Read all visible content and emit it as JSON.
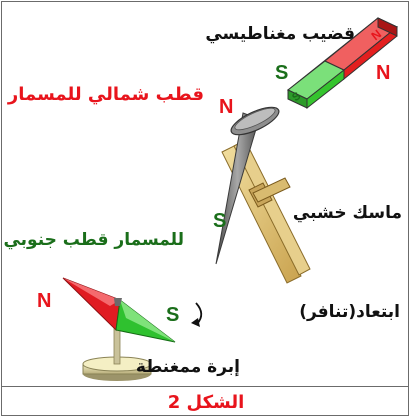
{
  "labels": {
    "magnet_bar": "قضيب مغناطيسي",
    "nail_north": "قطب شمالي للمسمار",
    "wooden_holder": "ماسك خشبي",
    "nail_south": "للمسمار قطب جنوبي",
    "repulsion": "ابتعاد(تنافر)",
    "magnetic_needle": "إبرة ممغنطة",
    "figure_caption": "الشكل 2"
  },
  "poles": {
    "magnet_north_tip": "N",
    "magnet_south_tip": "S",
    "magnet_north": "N",
    "magnet_south": "S",
    "nail_north": "N",
    "nail_south": "S",
    "needle_north": "N",
    "needle_south": "S"
  },
  "colors": {
    "red_label": "#e8141c",
    "green_label": "#1a6e1a",
    "magnet_red": "#e31f1f",
    "magnet_green": "#35c42e",
    "nail_gray": "#6d6d6d",
    "wood": "#e3c77d",
    "needle_red": "#e01b22",
    "needle_green": "#2fc12f",
    "caption_red": "#e8141c"
  }
}
